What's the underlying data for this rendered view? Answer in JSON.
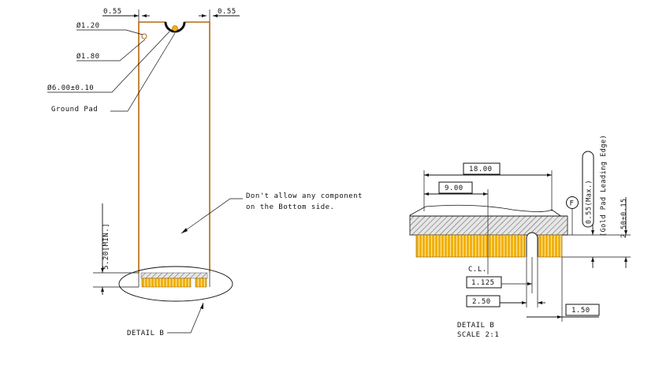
{
  "left_view": {
    "dims": {
      "top_left_offset": "0.55",
      "top_right_offset": "0.55",
      "small_hole": "Ø1.20",
      "pad_hole": "Ø1.80",
      "notch": "Ø6.00±0.10",
      "ground_pad": "Ground Pad",
      "min_keepout": "5.20[MIN.]"
    },
    "note_line1": "Don't allow any component",
    "note_line2": "on the Bottom side.",
    "detail_callout": "DETAIL B"
  },
  "right_view": {
    "dims": {
      "width_total": "18.00",
      "width_half": "9.00",
      "centerline": "C.L.",
      "key_offset": "1.125",
      "key_width": "2.50",
      "edge_gap": "1.50",
      "flag": "F",
      "max_thickness": "0.55(Max.)",
      "leading_edge": "(Gold Pad Leading Edge)",
      "pad_length": "2.50±0.15"
    },
    "title_line1": "DETAIL B",
    "title_line2": "SCALE 2:1"
  },
  "colors": {
    "gold_pad": "#f2b10d",
    "board_outline": "#b5680a",
    "line": "#111111"
  }
}
